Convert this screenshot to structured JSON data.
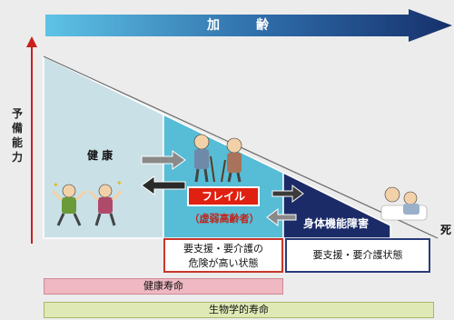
{
  "aging": {
    "label_1": "加",
    "label_2": "齢"
  },
  "y_axis": {
    "label_chars": [
      "予",
      "備",
      "能",
      "力"
    ]
  },
  "stages": {
    "healthy": "健 康",
    "frail": "フレイル",
    "frail_sub": "（虚弱高齢者）",
    "disability": "身体機能障害",
    "death": "死"
  },
  "care_boxes": {
    "high_risk_line1": "要支援・要介護の",
    "high_risk_line2": "危険が高い状態",
    "support_state": "要支援・要介護状態"
  },
  "bars": {
    "healthy_life": "健康寿命",
    "biological_life": "生物学的寿命"
  },
  "colors": {
    "arrow_dark": "#16306b",
    "arrow_light": "#5ec3e6",
    "zone_healthy": "#c9e0e6",
    "zone_frail": "#57bcd6",
    "zone_disability": "#1b2b67",
    "frail_red": "#e02010",
    "axis_red": "#c8201a"
  }
}
